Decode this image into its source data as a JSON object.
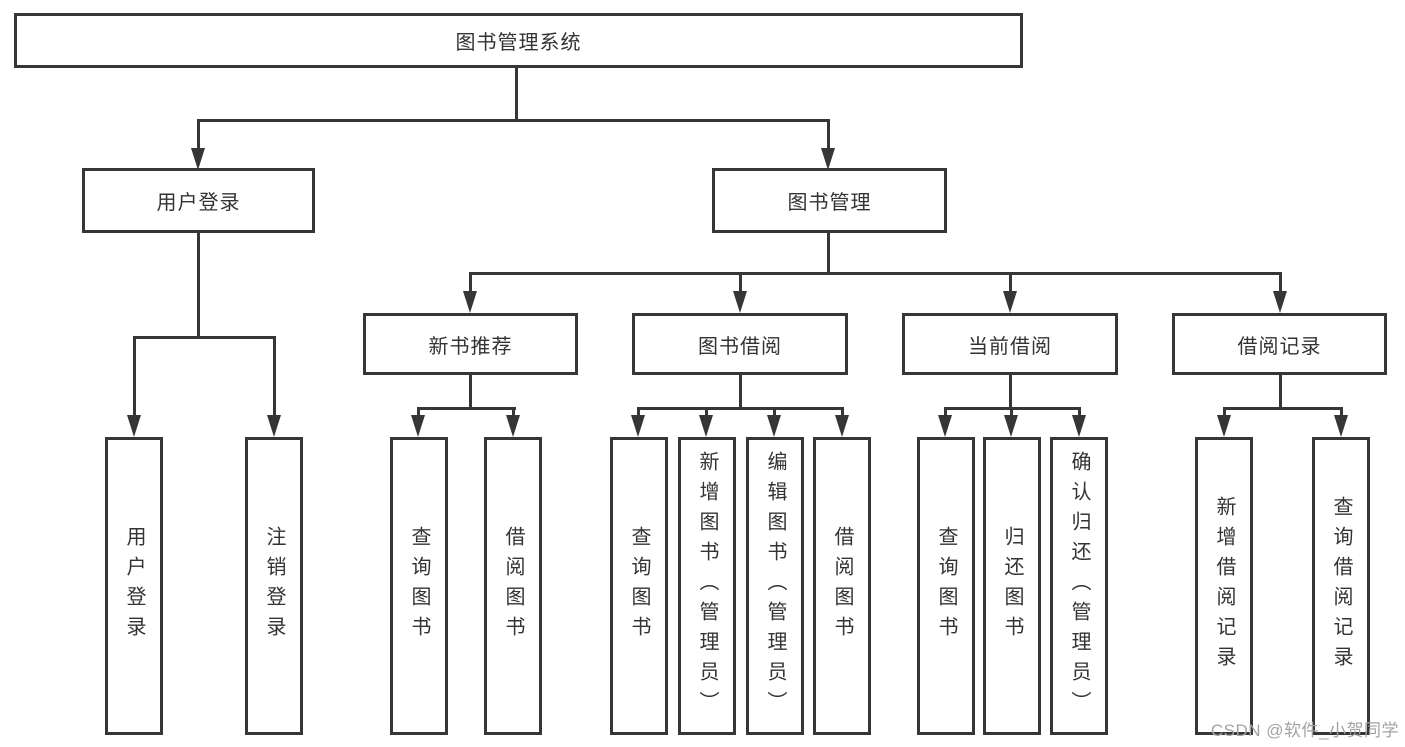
{
  "nodes": {
    "root": "图书管理系统",
    "user_login": "用户登录",
    "book_mgmt": "图书管理",
    "new_book_rec": "新书推荐",
    "book_borrow": "图书借阅",
    "current_borrow": "当前借阅",
    "borrow_records": "借阅记录"
  },
  "leaves": {
    "user_login": "用户登录",
    "logout": "注销登录",
    "nb_query_book": "查询图书",
    "nb_borrow_book": "借阅图书",
    "bb_query_book": "查询图书",
    "bb_add_book": "新增图书（管理员）",
    "bb_edit_book": "编辑图书（管理员）",
    "bb_borrow_book": "借阅图书",
    "cb_query_book": "查询图书",
    "cb_return_book": "归还图书",
    "cb_confirm_return": "确认归还（管理员）",
    "br_add_record": "新增借阅记录",
    "br_query_record": "查询借阅记录"
  },
  "watermark": "CSDN @软件_小贺同学",
  "colors": {
    "line": "#363636",
    "text": "#333333",
    "background": "#ffffff",
    "watermark": "#a3a3a3"
  }
}
